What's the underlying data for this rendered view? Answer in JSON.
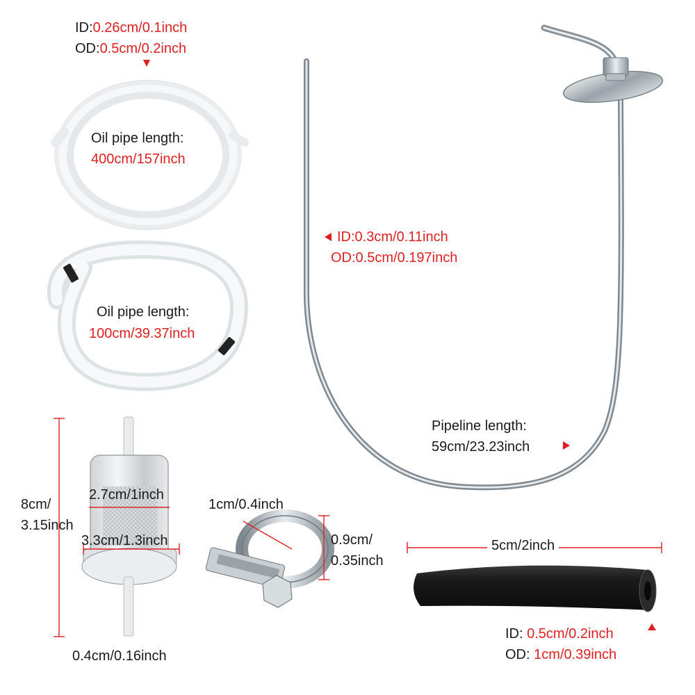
{
  "oil_pipe_large": {
    "id_key": "ID:",
    "id_value": "0.26cm/0.1inch",
    "od_key": "OD:",
    "od_value": "0.5cm/0.2inch",
    "length_label": "Oil pipe length:",
    "length_value": "400cm/157inch"
  },
  "oil_pipe_small": {
    "length_label": "Oil pipe length:",
    "length_value": "100cm/39.37inch"
  },
  "metal_pipeline": {
    "id_text": "ID:0.3cm/0.11inch",
    "od_text": "OD:0.5cm/0.197inch",
    "length_label": "Pipeline length:",
    "length_value": "59cm/23.23inch"
  },
  "fuel_filter": {
    "height_line1": "8cm/",
    "height_line2": "3.15inch",
    "inner_width": "2.7cm/1inch",
    "outer_width": "3.3cm/1.3inch",
    "nozzle": "0.4cm/0.16inch"
  },
  "hose_clamp": {
    "width": "1cm/0.4inch",
    "height_line1": "0.9cm/",
    "height_line2": "0.35inch"
  },
  "rubber_hose": {
    "length": "5cm/2inch",
    "id_key": "ID:",
    "id_value": "0.5cm/0.2inch",
    "od_key": "OD:",
    "od_value": "1cm/0.39inch"
  },
  "colors": {
    "accent_red": "#e02020",
    "text_dark": "#1a1a1a",
    "tube_white": "#eef1f2",
    "metal": "#a9b1b7",
    "rubber": "#1c1c1c"
  }
}
